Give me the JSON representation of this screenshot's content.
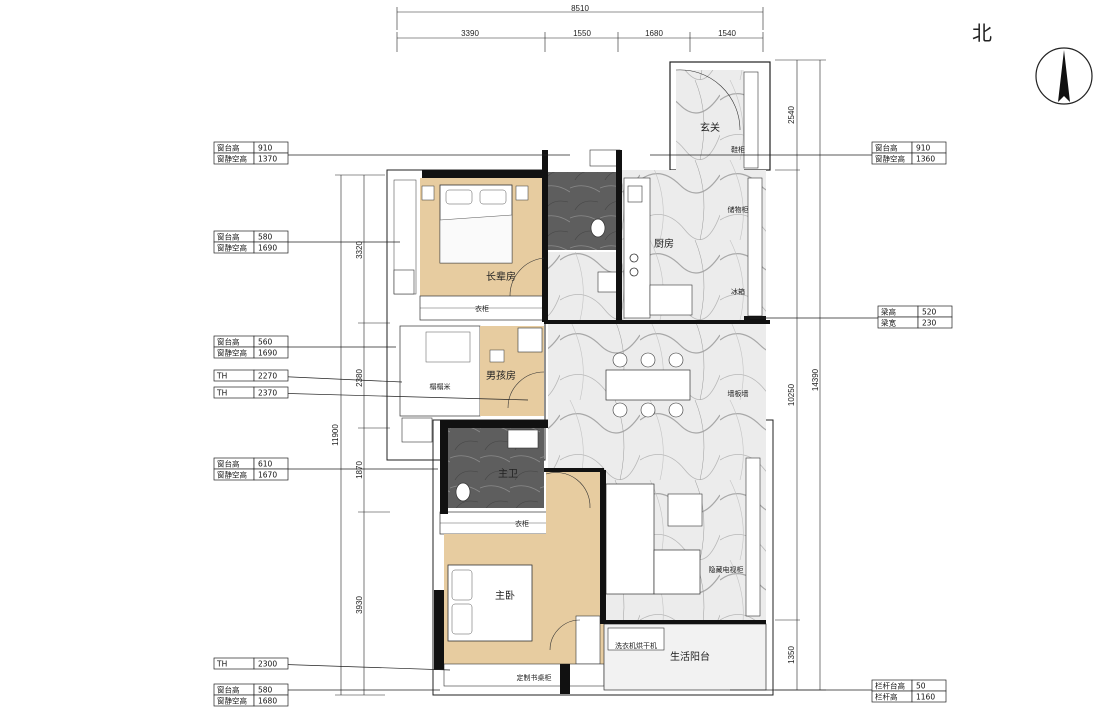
{
  "north": {
    "label": "北"
  },
  "dimensions": {
    "top_total": "8510",
    "top_segments": [
      "3390",
      "1550",
      "1680",
      "1540"
    ],
    "left_total": "11900",
    "left_segments": [
      "3320",
      "2380",
      "1870",
      "3930"
    ],
    "right_outer": "14390",
    "right_inner": "10250",
    "right_top": "2540",
    "right_bottom": "1350"
  },
  "rooms": {
    "entry": "玄关",
    "shoe_cabinet": "鞋柜",
    "storage": "储物柜",
    "kitchen": "厨房",
    "fridge": "冰箱",
    "elder_room": "长辈房",
    "wardrobe1": "衣柜",
    "tatami": "榻榻米",
    "boys_room": "男孩房",
    "main_bath": "主卫",
    "wardrobe2": "衣柜",
    "master_bed": "主卧",
    "custom_cabinet": "定制书桌柜",
    "dryer": "洗衣机烘干机",
    "balcony": "生活阳台",
    "tv_wall": "隐藏电视柜",
    "wall_board": "墙板墙"
  },
  "tags": [
    {
      "rows": [
        [
          "窗台高",
          "910"
        ],
        [
          "窗静空高",
          "1370"
        ]
      ]
    },
    {
      "rows": [
        [
          "窗台高",
          "580"
        ],
        [
          "窗静空高",
          "1690"
        ]
      ]
    },
    {
      "rows": [
        [
          "窗台高",
          "560"
        ],
        [
          "窗静空高",
          "1690"
        ]
      ]
    },
    {
      "rows": [
        [
          "TH",
          "2270"
        ]
      ]
    },
    {
      "rows": [
        [
          "TH",
          "2370"
        ]
      ]
    },
    {
      "rows": [
        [
          "窗台高",
          "610"
        ],
        [
          "窗静空高",
          "1670"
        ]
      ]
    },
    {
      "rows": [
        [
          "TH",
          "2300"
        ]
      ]
    },
    {
      "rows": [
        [
          "窗台高",
          "580"
        ],
        [
          "窗静空高",
          "1680"
        ]
      ]
    },
    {
      "rows": [
        [
          "窗台高",
          "910"
        ],
        [
          "窗静空高",
          "1360"
        ]
      ]
    },
    {
      "rows": [
        [
          "梁高",
          "520"
        ],
        [
          "梁宽",
          "230"
        ]
      ]
    },
    {
      "rows": [
        [
          "栏杆台高",
          "50"
        ],
        [
          "栏杆高",
          "1160"
        ]
      ]
    }
  ],
  "colors": {
    "wall": "#111111",
    "wood": "#e7cca0",
    "marble": "#eeeeee",
    "dark_tile": "#5f5f5f",
    "line": "#222222"
  }
}
